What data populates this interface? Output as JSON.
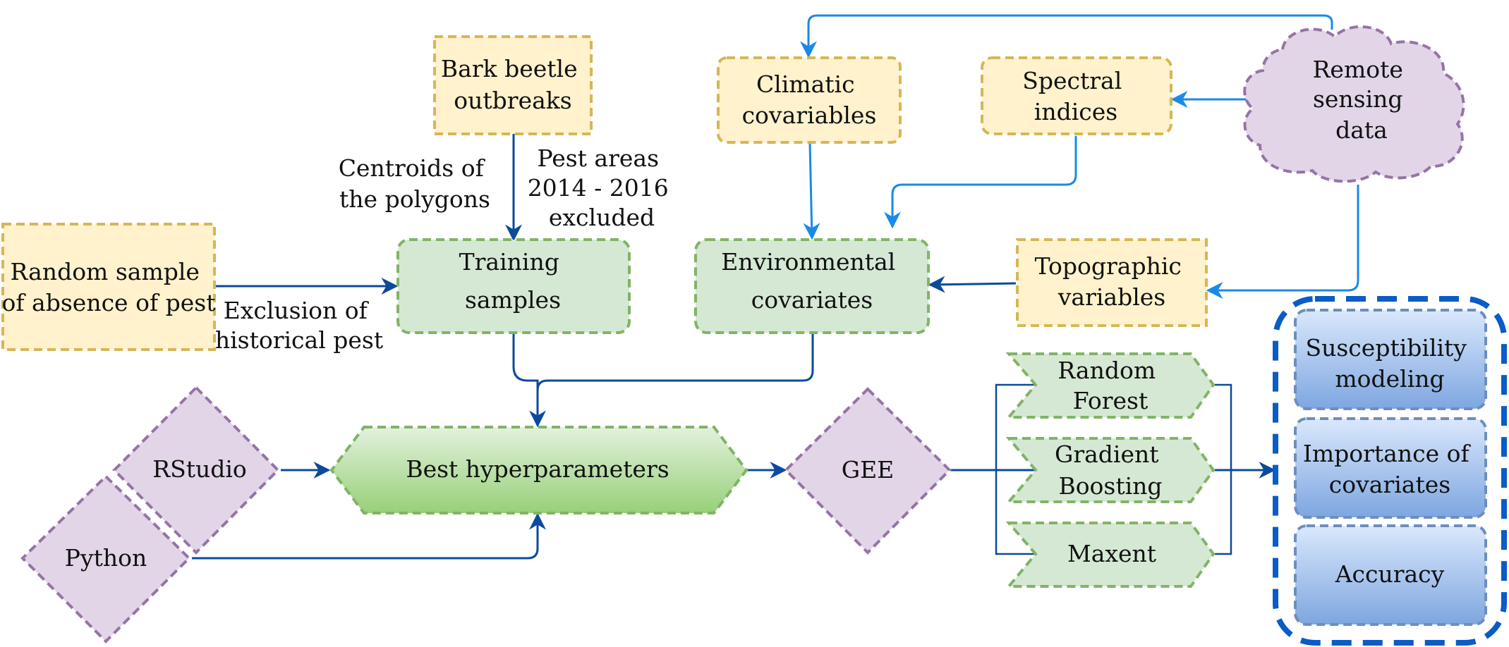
{
  "nodes": {
    "bark_beetle": [
      "Bark beetle",
      "outbreaks"
    ],
    "climatic": [
      "Climatic",
      "covariables"
    ],
    "spectral": [
      "Spectral",
      "indices"
    ],
    "remote_sensing": [
      "Remote",
      "sensing",
      "data"
    ],
    "random_sample": [
      "Random sample",
      "of absence of pest"
    ],
    "training": [
      "Training",
      "samples"
    ],
    "environmental": [
      "Environmental",
      "covariates"
    ],
    "topographic": [
      "Topographic",
      "variables"
    ],
    "rstudio": [
      "RStudio"
    ],
    "python": [
      "Python"
    ],
    "best_hyper": [
      "Best hyperparameters"
    ],
    "gee": [
      "GEE"
    ],
    "random_forest": [
      "Random",
      "Forest"
    ],
    "gradient_boosting": [
      "Gradient",
      "Boosting"
    ],
    "maxent": [
      "Maxent"
    ],
    "susceptibility": [
      "Susceptibility",
      "modeling"
    ],
    "importance": [
      "Importance of",
      "covariates"
    ],
    "accuracy": [
      "Accuracy"
    ]
  },
  "edge_labels": {
    "centroids": [
      "Centroids of",
      "the polygons"
    ],
    "pest_areas": [
      "Pest areas",
      "2014 - 2016",
      "excluded"
    ],
    "exclusion": [
      "Exclusion of",
      "historical pest"
    ]
  },
  "colors": {
    "yellow_fill": "#fff2cc",
    "yellow_stroke": "#d6b656",
    "green_fill": "#d5e8d4",
    "green_stroke": "#82b366",
    "purple_fill": "#e1d5e7",
    "purple_stroke": "#9673a6",
    "blue_stroke": "#6c8ebf",
    "group_stroke": "#0a5cc6",
    "edge_dark": "#0b4a9c",
    "edge_light": "#1a8ae6"
  }
}
